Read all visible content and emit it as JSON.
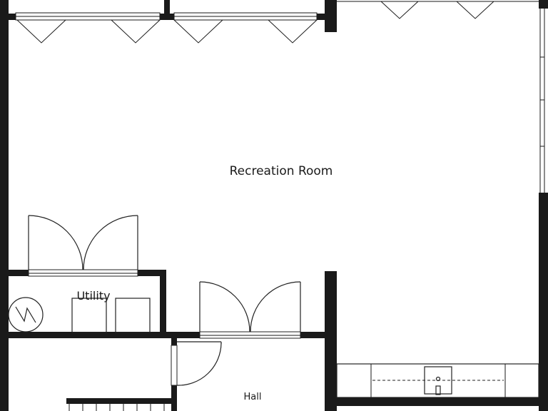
{
  "plan": {
    "rooms": {
      "recreation": "Recreation Room",
      "utility": "Utility",
      "hall": "Hall"
    },
    "colors": {
      "wall": "#1a1a1a",
      "line": "#222222",
      "background": "#ffffff"
    },
    "icons": {
      "water_heater": "water-heater-symbol"
    }
  }
}
